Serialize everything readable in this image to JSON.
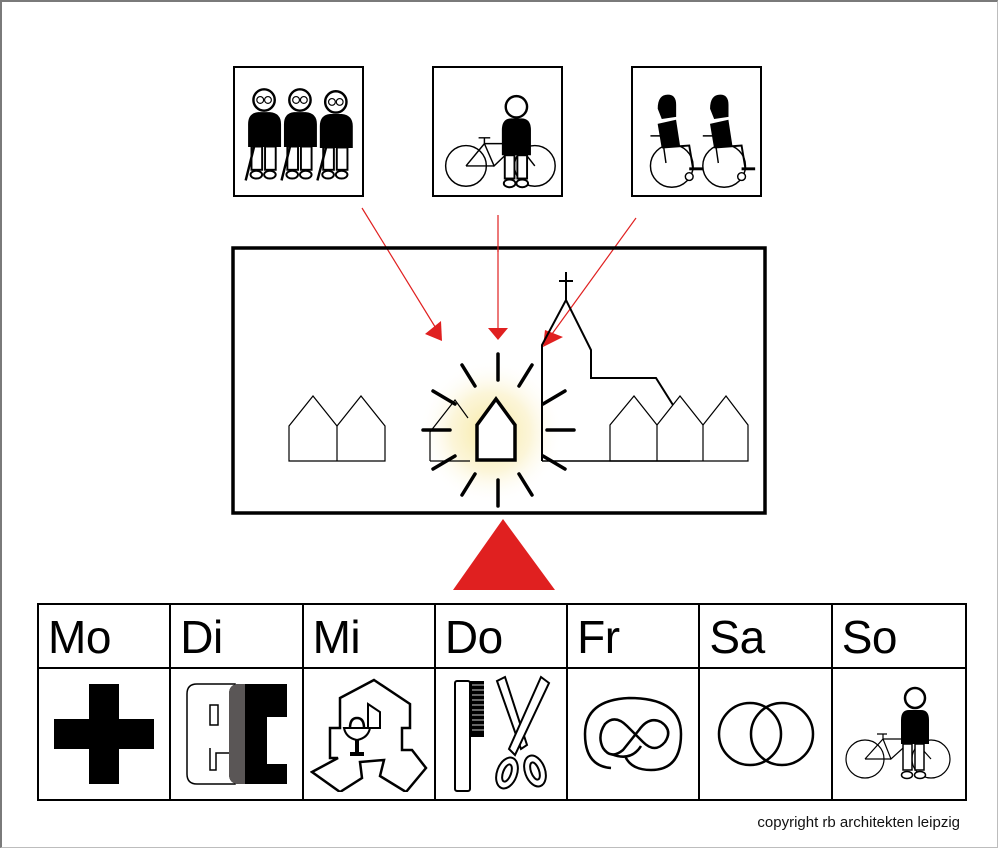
{
  "diagram": {
    "title": "",
    "user_groups": [
      {
        "id": "seniors",
        "icon": "seniors-with-canes-icon",
        "label": ""
      },
      {
        "id": "cyclist",
        "icon": "person-with-bicycle-icon",
        "label": ""
      },
      {
        "id": "wheelchair",
        "icon": "wheelchair-users-icon",
        "label": ""
      }
    ],
    "scene": {
      "icon": "village-with-church-scene",
      "highlight": "central-house-highlight"
    },
    "colors": {
      "arrow": "#e02020",
      "stroke": "#000000",
      "glow": "#f7edb0"
    },
    "week": {
      "days": [
        {
          "label": "Mo",
          "icon": "medical-cross-icon"
        },
        {
          "label": "Di",
          "icon": "ec-bank-card-icon"
        },
        {
          "label": "Mi",
          "icon": "pharmacy-apotheke-icon"
        },
        {
          "label": "Do",
          "icon": "comb-and-scissors-icon"
        },
        {
          "label": "Fr",
          "icon": "pretzel-icon"
        },
        {
          "label": "Sa",
          "icon": "wedding-rings-icon"
        },
        {
          "label": "So",
          "icon": "person-with-bicycle-icon"
        }
      ]
    },
    "copyright": "copyright rb architekten leipzig"
  }
}
